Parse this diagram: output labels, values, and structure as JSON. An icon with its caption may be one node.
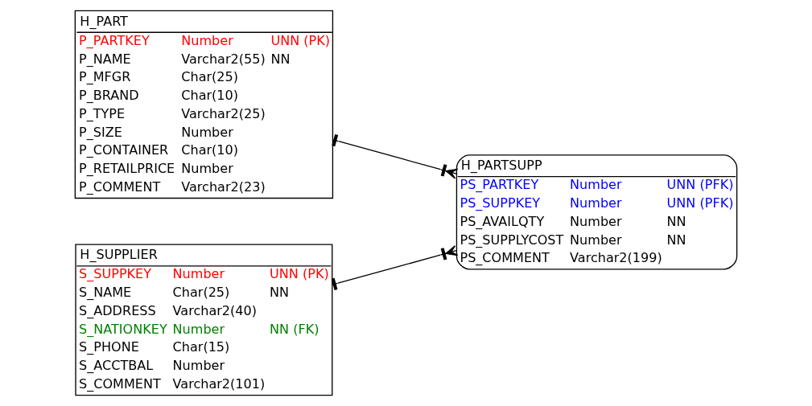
{
  "diagram": {
    "nodes": [
      {
        "text": [
          "H_PART",
          "P_PARTKEY",
          "Number",
          "UNN (PK)",
          "P_NAME",
          "Varchar2(55)",
          "NN",
          "P_MFGR",
          "Char(25)",
          "P_BRAND",
          "Char(10)",
          "P_TYPE",
          "Varchar2(25)",
          "P_SIZE",
          "Number",
          "P_CONTAINER",
          "Char(10)",
          "P_RETAILPRICE",
          "Number",
          "P_COMMENT",
          "Varchar2(23)"
        ]
      },
      {
        "text": [
          "H_SUPPLIER",
          "S_SUPPKEY",
          "Number",
          "UNN (PK)",
          "S_NAME",
          "Char(25)",
          "NN",
          "S_ADDRESS",
          "Varchar2(40)",
          "S_NATIONKEY",
          "Number",
          "NN (FK)",
          "S_PHONE",
          "Char(15)",
          "S_ACCTBAL",
          "Number",
          "S_COMMENT",
          "Varchar2(101)"
        ]
      },
      {
        "text": [
          "H_PARTSUPP",
          "PS_PARTKEY",
          "Number",
          "UNN (PFK)",
          "PS_SUPPKEY",
          "Number",
          "UNN (PFK)",
          "PS_AVAILQTY",
          "Number",
          "NN",
          "PS_SUPPLYCOST",
          "Number",
          "NN",
          "PS_COMMENT",
          "Varchar2(199)"
        ]
      }
    ],
    "edges": [
      {
        "from": 0,
        "to": 2,
        "arrow": "other"
      },
      {
        "from": 1,
        "to": 2,
        "arrow": "other"
      }
    ]
  }
}
